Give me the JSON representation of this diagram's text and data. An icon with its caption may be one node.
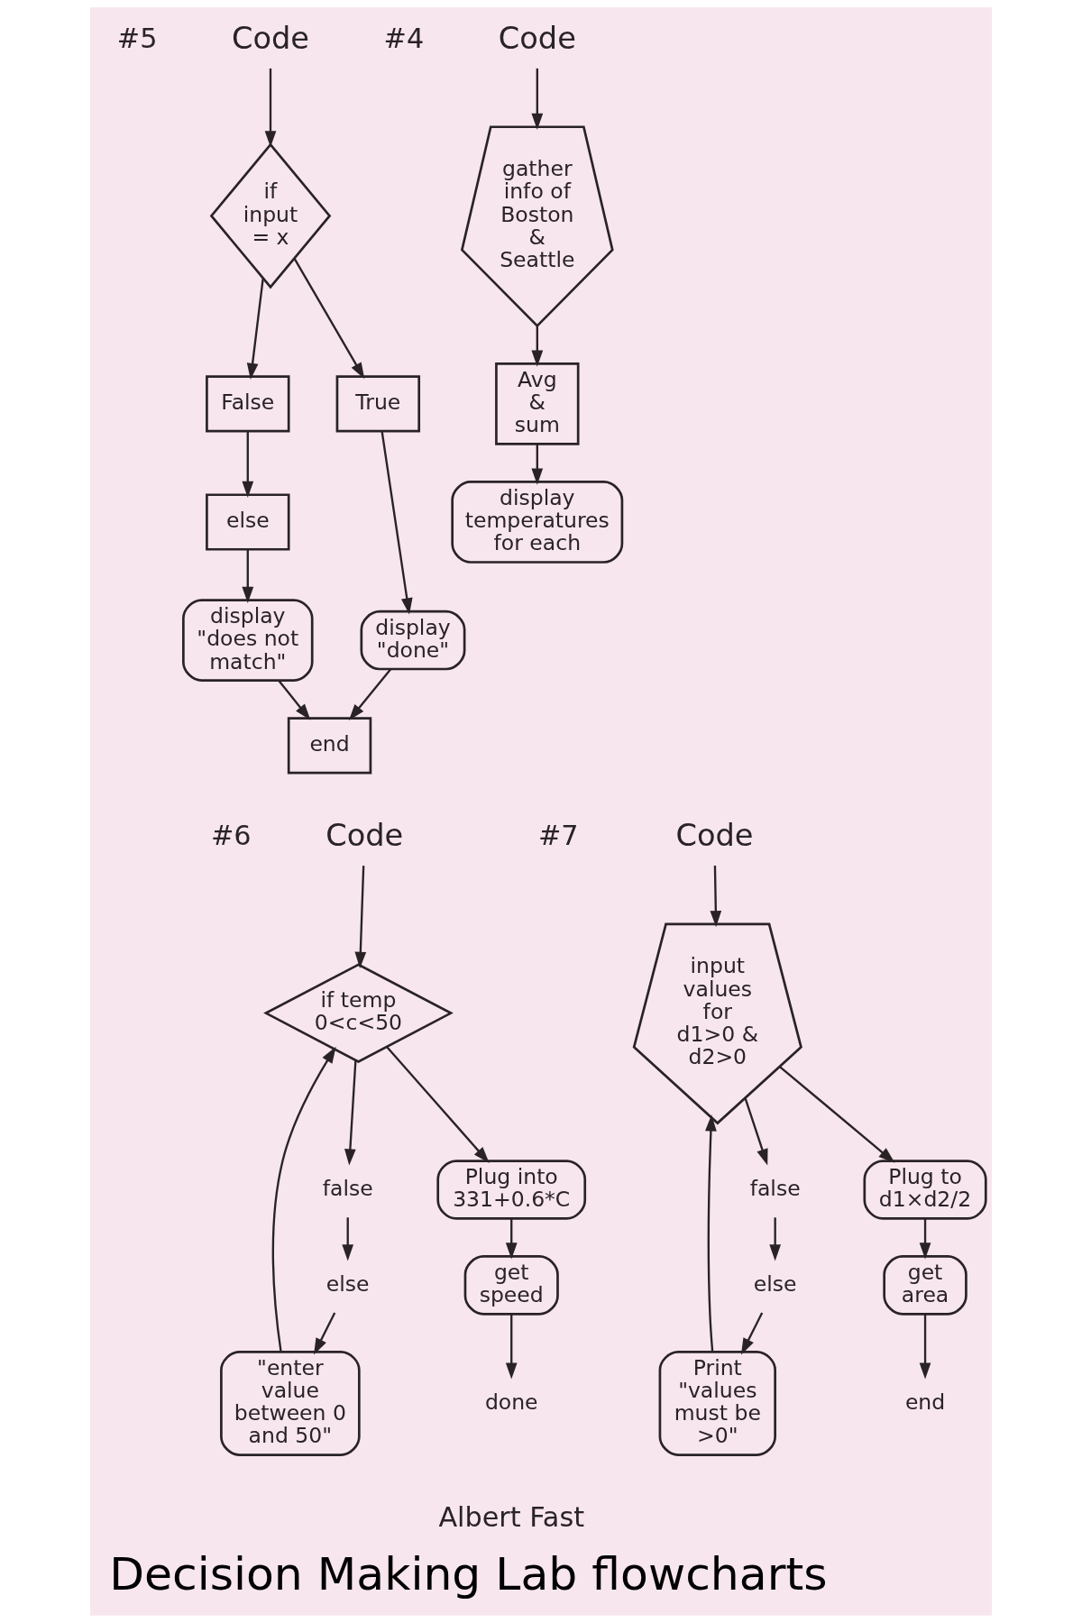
{
  "diagram": {
    "title": "Decision Making Lab flowcharts",
    "nodes": [
      {
        "text": [
          "Code"
        ]
      },
      {
        "text": [
          "if input = x"
        ]
      },
      {
        "text": [
          "False"
        ]
      },
      {
        "text": [
          "else"
        ]
      },
      {
        "text": [
          "True"
        ]
      },
      {
        "text": [
          "display \"does not match\""
        ]
      },
      {
        "text": [
          "display \"done\""
        ]
      },
      {
        "text": [
          "end"
        ]
      },
      {
        "text": [
          "Code"
        ]
      },
      {
        "text": [
          "gather info of Boston & Seattle"
        ]
      },
      {
        "text": [
          "Avg & sum"
        ]
      },
      {
        "text": [
          "display temperatures for each"
        ]
      },
      {
        "text": [
          "Code"
        ]
      },
      {
        "text": [
          "if temp 0<c<50"
        ]
      },
      {
        "text": [
          "false"
        ]
      },
      {
        "text": [
          "else"
        ]
      },
      {
        "text": [
          "\"enter value between 0 and 50\""
        ]
      },
      {
        "text": [
          "Plug into 331+0.6*C"
        ]
      },
      {
        "text": [
          "get speed"
        ]
      },
      {
        "text": [
          "done"
        ]
      },
      {
        "text": [
          "Code"
        ]
      },
      {
        "text": [
          "input values for d1>0 & d2>0"
        ]
      },
      {
        "text": [
          "false"
        ]
      },
      {
        "text": [
          "else"
        ]
      },
      {
        "text": [
          "Print \"values must be >0\""
        ]
      },
      {
        "text": [
          "Plug to d1×d2/2"
        ]
      },
      {
        "text": [
          "get area"
        ]
      },
      {
        "text": [
          "end"
        ]
      }
    ],
    "edges": [
      {
        "from": 0,
        "to": 1,
        "arrow": "to"
      },
      {
        "from": 1,
        "to": 2,
        "arrow": "to"
      },
      {
        "from": 2,
        "to": 3,
        "arrow": "to"
      },
      {
        "from": 3,
        "to": 5,
        "arrow": "to"
      },
      {
        "from": 1,
        "to": 4,
        "arrow": "to"
      },
      {
        "from": 4,
        "to": 6,
        "arrow": "to"
      },
      {
        "from": 6,
        "to": 7,
        "arrow": "to"
      },
      {
        "from": 5,
        "to": 7,
        "arrow": "to"
      },
      {
        "from": 8,
        "to": 9,
        "arrow": "to"
      },
      {
        "from": 9,
        "to": 10,
        "arrow": "to"
      },
      {
        "from": 10,
        "to": 11,
        "arrow": "to"
      },
      {
        "from": 12,
        "to": 13,
        "arrow": "to"
      },
      {
        "from": 13,
        "to": 14,
        "arrow": "to"
      },
      {
        "from": 14,
        "to": 15,
        "arrow": "to"
      },
      {
        "from": 15,
        "to": 16,
        "arrow": "to"
      },
      {
        "from": 16,
        "to": 13,
        "arrow": "to"
      },
      {
        "from": 13,
        "to": 17,
        "arrow": "to"
      },
      {
        "from": 17,
        "to": 18,
        "arrow": "to"
      },
      {
        "from": 18,
        "to": 19,
        "arrow": "to"
      },
      {
        "from": 20,
        "to": 21,
        "arrow": "to"
      },
      {
        "from": 21,
        "to": 22,
        "arrow": "to"
      },
      {
        "from": 22,
        "to": 23,
        "arrow": "to"
      },
      {
        "from": 23,
        "to": 24,
        "arrow": "to"
      },
      {
        "from": 24,
        "to": 21,
        "arrow": "to"
      },
      {
        "from": 21,
        "to": 25,
        "arrow": "to"
      },
      {
        "from": 25,
        "to": 26,
        "arrow": "to"
      },
      {
        "from": 26,
        "to": 27,
        "arrow": "to"
      }
    ],
    "labels": [
      "#5",
      "#4",
      "#6",
      "#7",
      "Albert Fast"
    ]
  }
}
